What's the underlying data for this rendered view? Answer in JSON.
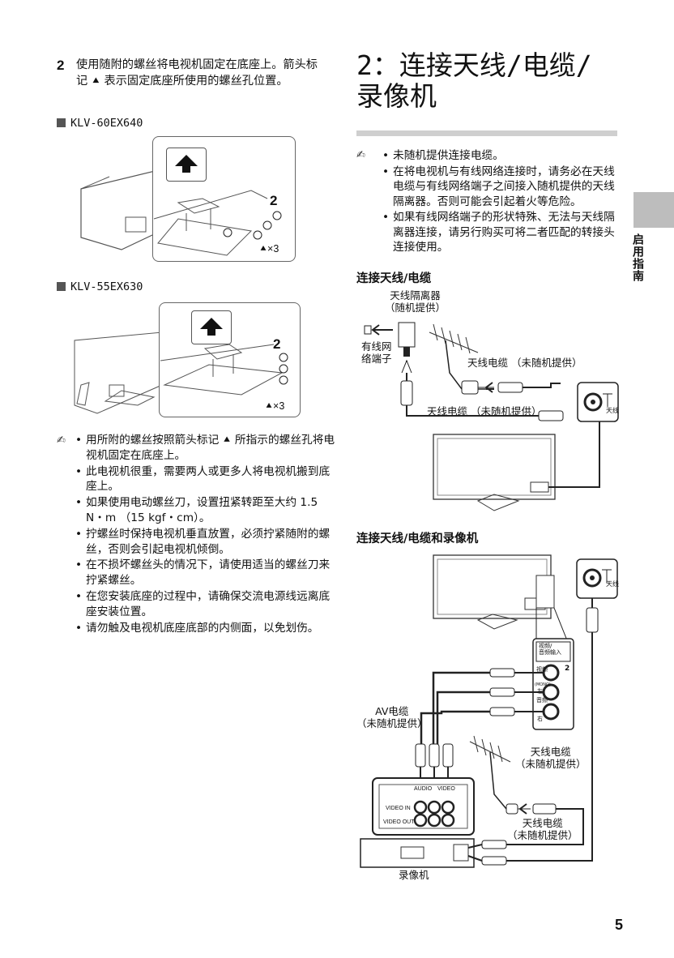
{
  "step": {
    "number": "2",
    "text": "使用随附的螺丝将电视机固定在底座上。箭头标记 ⯅ 表示固定底座所使用的螺丝孔位置。"
  },
  "models": [
    {
      "label": "KLV-60EX640",
      "screw_count": "×3",
      "screw_ref": "2"
    },
    {
      "label": "KLV-55EX630",
      "screw_count": "×3",
      "screw_ref": "2"
    }
  ],
  "left_notes": [
    "用所附的螺丝按照箭头标记 ⯅ 所指示的螺丝孔将电视机固定在底座上。",
    "此电视机很重，需要两人或更多人将电视机搬到底座上。",
    "如果使用电动螺丝刀，设置扭紧转距至大约 1.5 N・m （15 kgf・cm）。",
    "拧螺丝时保持电视机垂直放置，必须拧紧随附的螺丝，否则会引起电视机倾倒。",
    "在不损坏螺丝头的情况下，请使用适当的螺丝刀来拧紧螺丝。",
    "在您安装底座的过程中，请确保交流电源线远离底座安装位置。",
    "请勿触及电视机底座底部的内侧面，以免划伤。"
  ],
  "section": {
    "title_line1": "2：连接天线/电缆/",
    "title_line2": "录像机",
    "side_tab": "启用指南"
  },
  "right_notes": {
    "lead": "未随机提供连接电缆。",
    "items": [
      "在将电视机与有线网络连接时，请务必在天线电缆与有线网络端子之间接入随机提供的天线隔离器。否则可能会引起着火等危险。",
      "如果有线网络端子的形状特殊、无法与天线隔离器连接，请另行购买可将二者匹配的转接头连接使用。"
    ]
  },
  "diagram1": {
    "heading": "连接天线/电缆",
    "isolator": "天线隔离器\n（随机提供）",
    "cable_terminal": "有线网\n络端子",
    "antenna_cable_top": "天线电缆 （未随机提供）",
    "antenna_cable_bottom": "天线电缆 （未随机提供）",
    "antenna_jack": "天线"
  },
  "diagram2": {
    "heading": "连接天线/电缆和录像机",
    "av_cable": "AV电缆\n（未随机提供）",
    "antenna_cable_1": "天线电缆\n（未随机提供）",
    "antenna_cable_2": "天线电缆\n（未随机提供）",
    "vcr": "录像机",
    "antenna_jack": "天线",
    "video_in": "VIDEO IN",
    "video_out": "VIDEO OUT",
    "audio": "AUDIO",
    "video": "VIDEO",
    "panel_title": "视频/\n音频输入",
    "panel_video": "视频",
    "panel_mono": "(MONO)",
    "panel_left": "左",
    "panel_audio": "音频",
    "panel_right": "右",
    "panel_num": "2"
  },
  "page_number": "5"
}
